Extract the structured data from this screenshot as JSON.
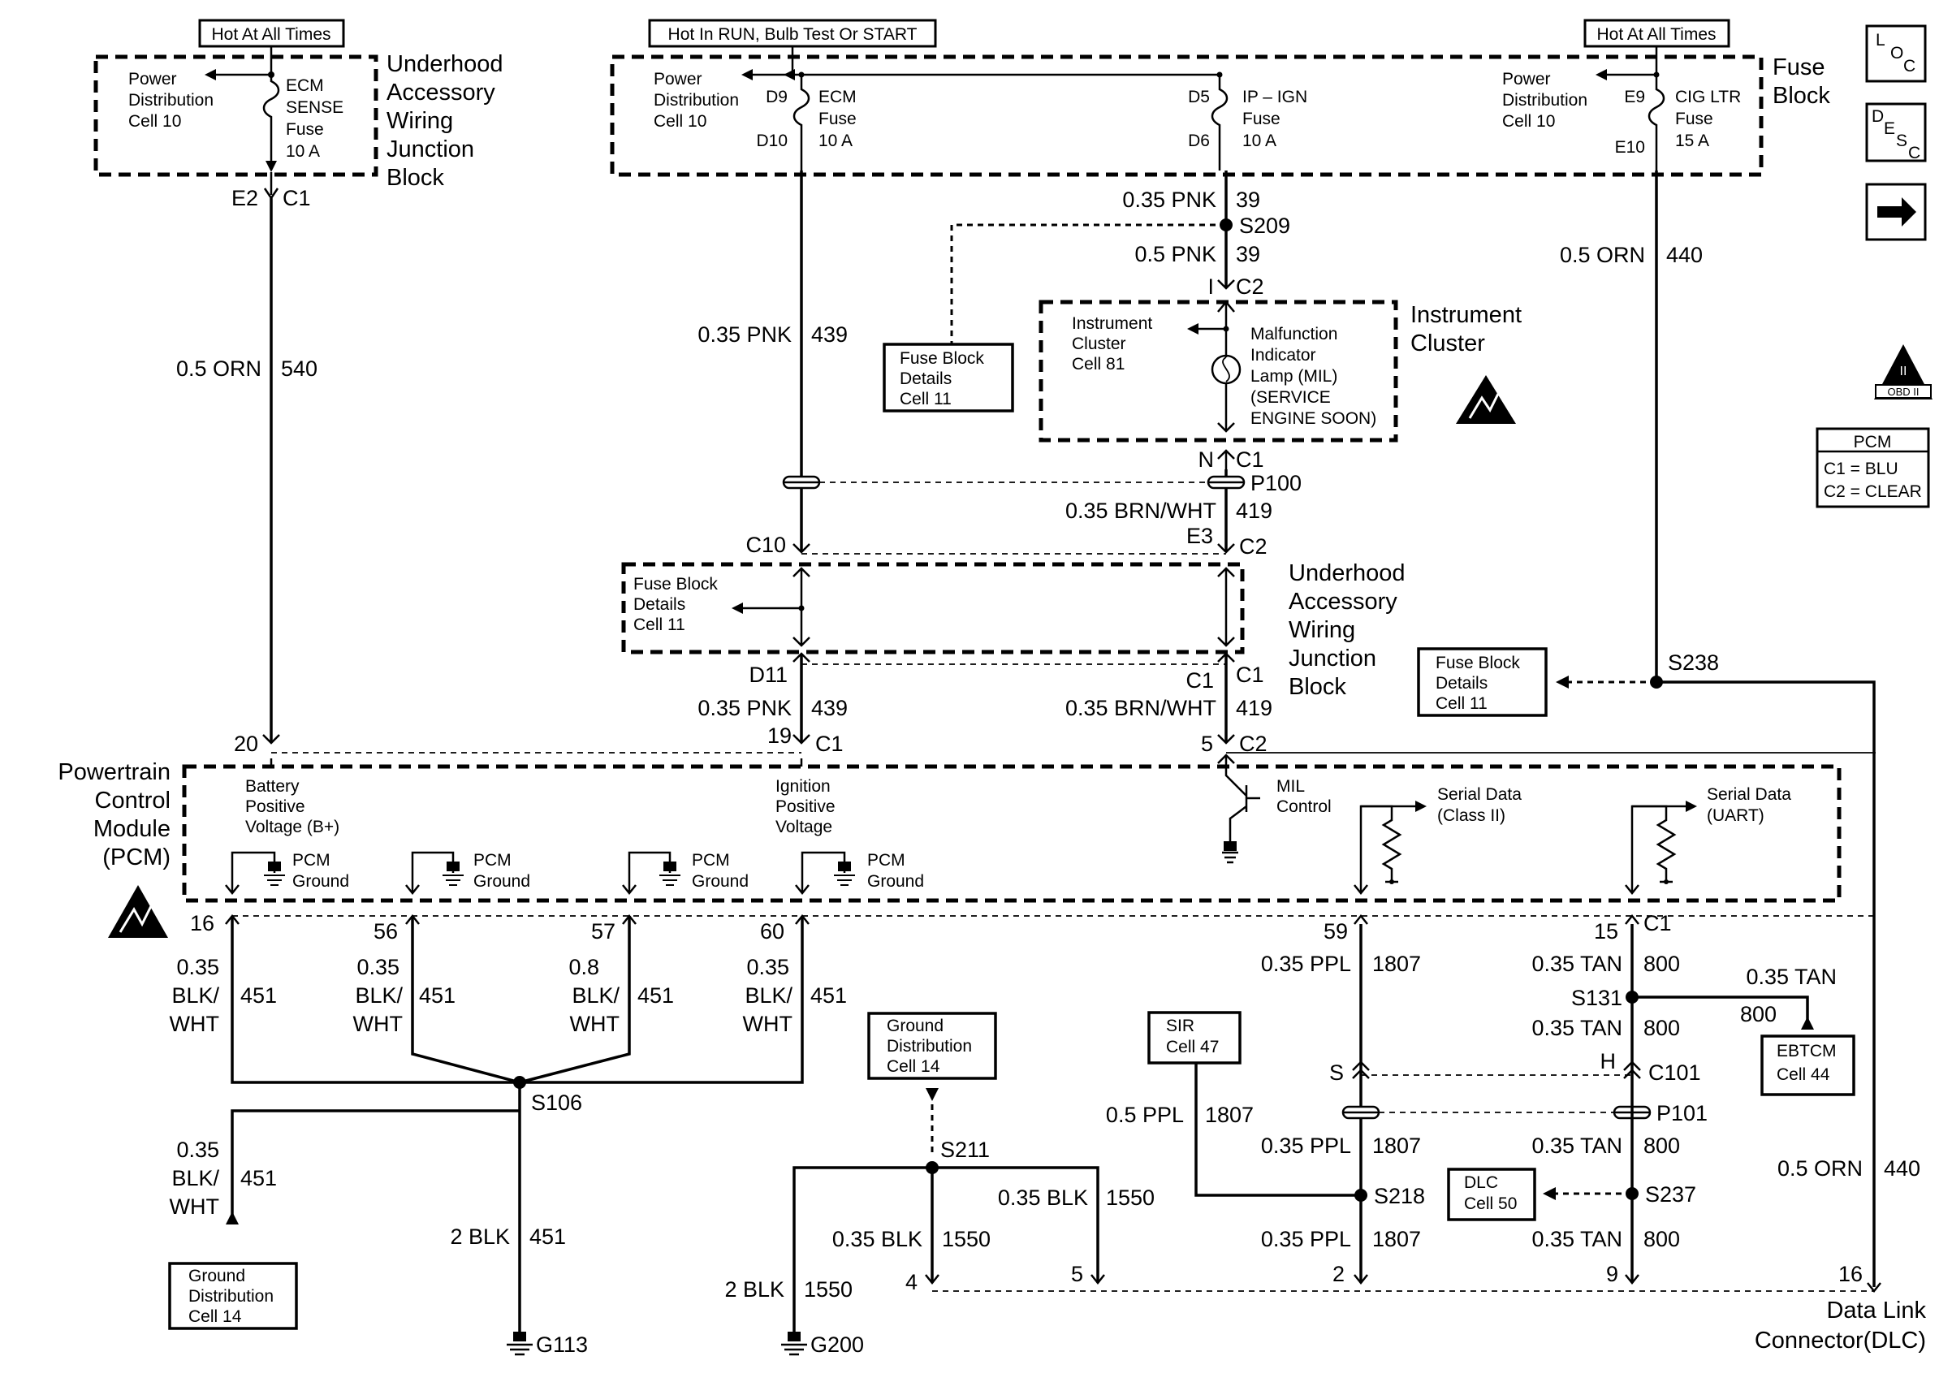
{
  "headers": {
    "hot_left": "Hot At All Times",
    "hot_center": "Hot In RUN, Bulb Test Or START",
    "hot_right": "Hot At All Times"
  },
  "blocks": {
    "underhood_top": [
      "Underhood",
      "Accessory",
      "Wiring",
      "Junction",
      "Block"
    ],
    "fuse_block": [
      "Fuse",
      "Block"
    ],
    "instrument_cluster": [
      "Instrument",
      "Cluster"
    ],
    "underhood_mid": [
      "Underhood",
      "Accessory",
      "Wiring",
      "Junction",
      "Block"
    ],
    "pcm": [
      "Powertrain",
      "Control",
      "Module",
      "(PCM)"
    ],
    "dlc": [
      "Data Link",
      "Connector(DLC)"
    ]
  },
  "power_dist": [
    "Power",
    "Distribution",
    "Cell 10"
  ],
  "fuses": {
    "ecm_sense": [
      "ECM",
      "SENSE",
      "Fuse",
      "10 A"
    ],
    "ecm": [
      "ECM",
      "Fuse",
      "10 A"
    ],
    "ip_ign": [
      "IP – IGN",
      "Fuse",
      "10 A"
    ],
    "cig_ltr": [
      "CIG  LTR",
      "Fuse",
      "15 A"
    ]
  },
  "fuse_pins": {
    "d9": "D9",
    "d10": "D10",
    "d5": "D5",
    "d6": "D6",
    "e9": "E9",
    "e10": "E10"
  },
  "cluster": {
    "cell": [
      "Instrument",
      "Cluster",
      "Cell 81"
    ],
    "mil": [
      "Malfunction",
      "Indicator",
      "Lamp (MIL)",
      "(SERVICE",
      "ENGINE SOON)"
    ]
  },
  "refs": {
    "fb1": [
      "Fuse Block",
      "Details",
      "Cell 11"
    ],
    "fb2": [
      "Fuse Block",
      "Details",
      "Cell 11"
    ],
    "fb3": [
      "Fuse Block",
      "Details",
      "Cell 11"
    ],
    "gd1": [
      "Ground",
      "Distribution",
      "Cell 14"
    ],
    "gd2": [
      "Ground",
      "Distribution",
      "Cell 14"
    ],
    "sir": [
      "SIR",
      "Cell 47"
    ],
    "dlc50": [
      "DLC",
      "Cell 50"
    ],
    "ebtcm": [
      "EBTCM",
      "Cell 44"
    ]
  },
  "pcm_labels": {
    "batt": [
      "Battery",
      "Positive",
      "Voltage (B+)"
    ],
    "ign": [
      "Ignition",
      "Positive",
      "Voltage"
    ],
    "mil": [
      "MIL",
      "Control"
    ],
    "sd2": [
      "Serial Data",
      "(Class II)"
    ],
    "sduart": [
      "Serial Data",
      "(UART)"
    ],
    "gnd": [
      "PCM",
      "Ground"
    ]
  },
  "side_icons": {
    "loc": [
      "L",
      "O",
      "C"
    ],
    "desc": [
      "D",
      "E",
      "S",
      "C"
    ],
    "obd": "OBD II"
  },
  "pcm_table": {
    "title": "PCM",
    "c1": "C1 = BLU",
    "c2": "C2 = CLEAR"
  },
  "wire_labels": {
    "orn540": [
      "0.5 ORN",
      "540"
    ],
    "pnk439a": [
      "0.35 PNK",
      "439"
    ],
    "pnk39a": [
      "0.35 PNK",
      "39"
    ],
    "pnk39b": [
      "0.5 PNK",
      "39"
    ],
    "orn440a": [
      "0.5 ORN",
      "440"
    ],
    "brn419a": [
      "0.35 BRN/WHT",
      "419"
    ],
    "pnk439b": [
      "0.35 PNK",
      "439"
    ],
    "brn419b": [
      "0.35 BRN/WHT",
      "419"
    ],
    "blk16": [
      "0.35",
      "BLK/",
      "WHT",
      "451"
    ],
    "blk56": [
      "0.35",
      "BLK/",
      "WHT",
      "451"
    ],
    "blk57": [
      "0.8",
      "BLK/",
      "WHT",
      "451"
    ],
    "blk60": [
      "0.35",
      "BLK/",
      "WHT",
      "451"
    ],
    "blkgd": [
      "0.35",
      "BLK/",
      "WHT",
      "451"
    ],
    "blk2": [
      "2 BLK",
      "451"
    ],
    "ppl59": [
      "0.35 PPL",
      "1807"
    ],
    "tan15": [
      "0.35 TAN",
      "800"
    ],
    "tan_eb": [
      "0.35 TAN",
      "800"
    ],
    "tan_s131": [
      "0.35 TAN",
      "800"
    ],
    "ppl_sir": [
      "0.5 PPL",
      "1807"
    ],
    "ppl_b": [
      "0.35 PPL",
      "1807"
    ],
    "tan_b": [
      "0.35 TAN",
      "800"
    ],
    "blk1550a": [
      "0.35 BLK",
      "1550"
    ],
    "blk1550b": [
      "0.35 BLK",
      "1550"
    ],
    "blk1550c": [
      "2 BLK",
      "1550"
    ],
    "ppl_c": [
      "0.35 PPL",
      "1807"
    ],
    "tan_c": [
      "0.35 TAN",
      "800"
    ],
    "orn440b": [
      "0.5 ORN",
      "440"
    ]
  },
  "connectors": {
    "e2": "E2",
    "c1a": "C1",
    "i": "I",
    "c2a": "C2",
    "n": "N",
    "c1b": "C1",
    "c10": "C10",
    "e3": "E3",
    "c2b": "C2",
    "d11": "D11",
    "c1c": "C1",
    "c1d": "C1",
    "p20": "20",
    "p19": "19",
    "c1e": "C1",
    "p5": "5",
    "c2c": "C2",
    "p16": "16",
    "p56": "56",
    "p57": "57",
    "p60": "60",
    "p59": "59",
    "p15": "15",
    "c1f": "C1",
    "s": "S",
    "h": "H",
    "c101": "C101",
    "p100": "P100",
    "p101": "P101",
    "d4": "4",
    "d5": "5",
    "d2": "2",
    "d9": "9",
    "d16": "16"
  },
  "splices": {
    "s209": "S209",
    "s238": "S238",
    "s106": "S106",
    "s131": "S131",
    "s211": "S211",
    "s218": "S218",
    "s237": "S237"
  },
  "grounds": {
    "g113": "G113",
    "g200": "G200"
  }
}
